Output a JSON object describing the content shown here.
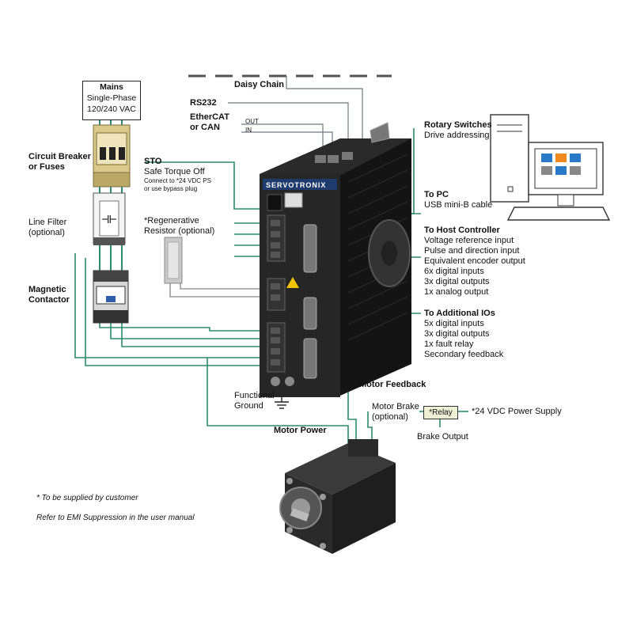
{
  "mains": {
    "title": "Mains",
    "line1": "Single-Phase",
    "line2": "120/240 VAC"
  },
  "circuit_breaker": {
    "line1": "Circuit Breaker",
    "line2": "or Fuses"
  },
  "line_filter": {
    "line1": "Line Filter",
    "line2": "(optional)"
  },
  "magnetic_contactor": {
    "line1": "Magnetic",
    "line2": "Contactor"
  },
  "daisy_chain": "Daisy Chain",
  "rs232": "RS232",
  "ethercat": {
    "line1": "EtherCAT",
    "line2": "or CAN",
    "out": "OUT",
    "in": "IN"
  },
  "sto": {
    "title": "STO",
    "subtitle": "Safe Torque Off",
    "note1": "Connect to *24 VDC PS",
    "note2": "or use bypass plug"
  },
  "regen": {
    "line1": "*Regenerative",
    "line2": "Resistor (optional)"
  },
  "rotary": {
    "title": "Rotary Switches",
    "desc": "Drive addressing"
  },
  "to_pc": {
    "title": "To PC",
    "desc": "USB mini-B cable"
  },
  "host": {
    "title": "To Host Controller",
    "items": [
      "Voltage reference input",
      "Pulse and direction input",
      "Equivalent encoder output",
      "6x digital inputs",
      "3x digital outputs",
      "1x analog output"
    ]
  },
  "additional": {
    "title": "To Additional IOs",
    "items": [
      "5x digital inputs",
      "3x digital outputs",
      "1x fault relay",
      "Secondary feedback"
    ]
  },
  "motor_feedback": "Motor Feedback",
  "motor_brake": {
    "line1": "Motor Brake",
    "line2": "(optional)"
  },
  "relay": "*Relay",
  "power_supply": "*24 VDC Power Supply",
  "brake_output": "Brake Output",
  "functional_ground": {
    "line1": "Functional",
    "line2": "Ground"
  },
  "motor_power": "Motor Power",
  "drive_brand": "SERVOTRONIX",
  "footnote1": "* To be supplied by customer",
  "footnote2": "Refer to EMI Suppression in the user manual",
  "colors": {
    "wire": "#2e8a6e",
    "wire_gray": "#9a9a9a",
    "drive_body": "#1b1b1b",
    "brand_blue": "#1f3b6e"
  }
}
